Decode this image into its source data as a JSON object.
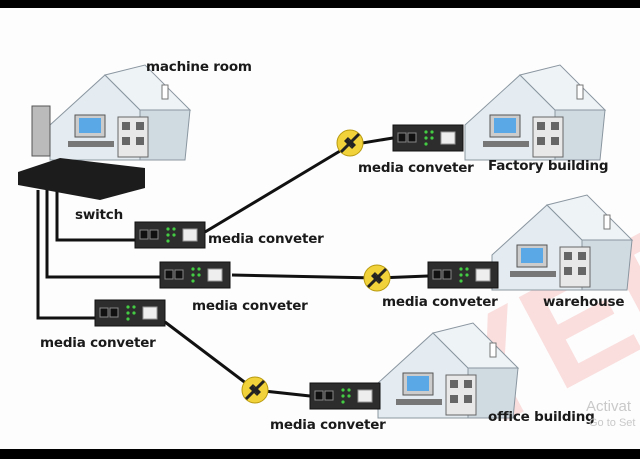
{
  "labels": {
    "machine_room": "machine room",
    "switch": "switch",
    "factory": "Factory building",
    "warehouse": "warehouse",
    "office": "office building",
    "converters": [
      "media conveter",
      "media conveter",
      "media conveter",
      "media conveter",
      "media conveter",
      "media conveter"
    ]
  },
  "watermark": {
    "line1": "Activat",
    "line2": "Go to Set",
    "brand": "YEE"
  },
  "colors": {
    "splice": "#f2d23a",
    "device": "#2b2b2b",
    "house": "#dfe8ee",
    "screen": "#5aa8e6"
  }
}
